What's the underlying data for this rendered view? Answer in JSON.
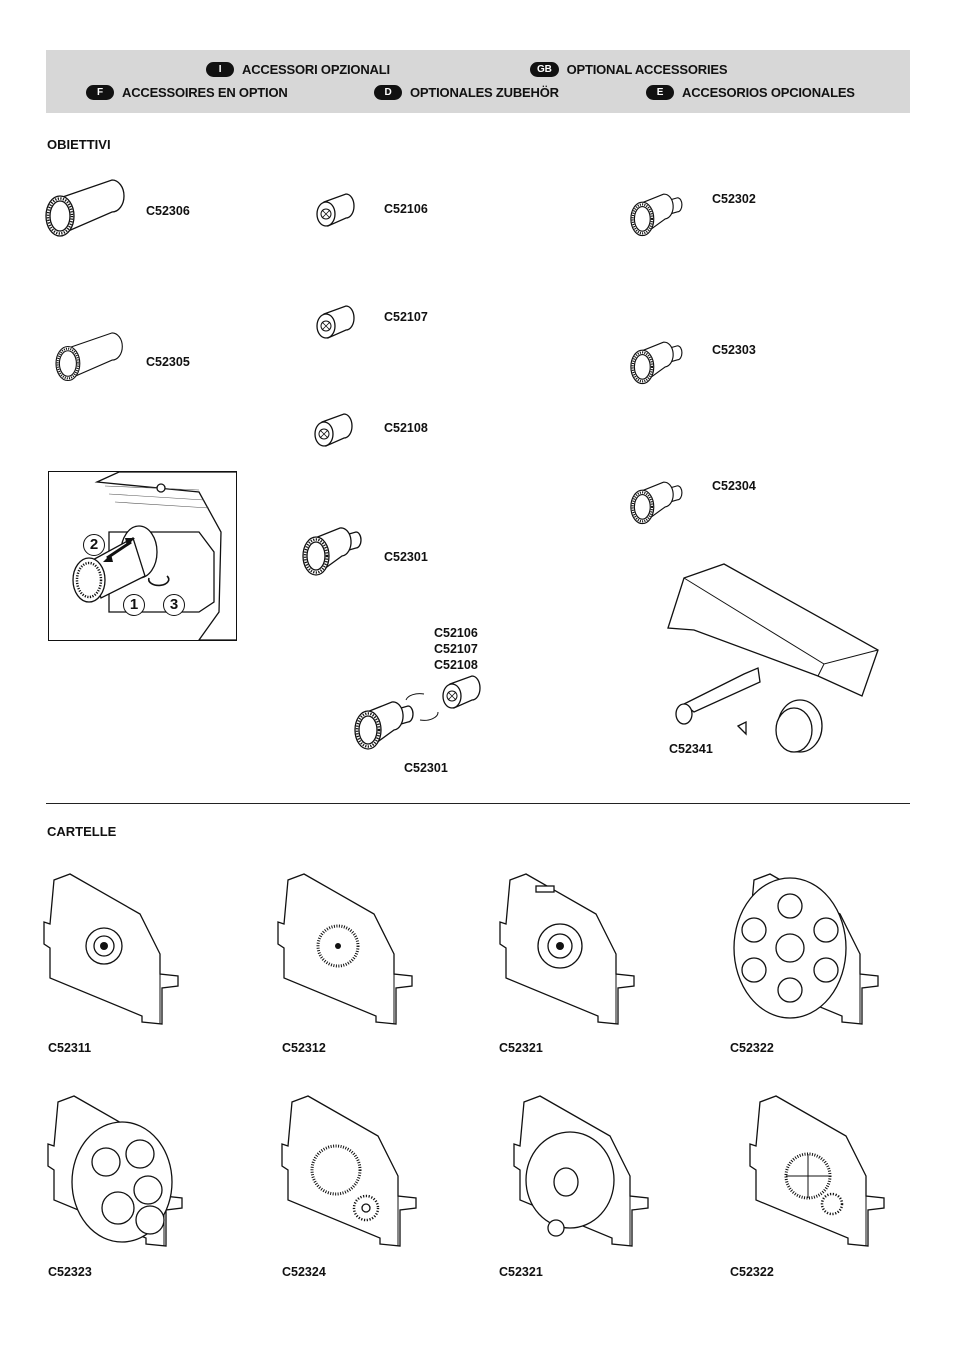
{
  "header": {
    "languages": [
      {
        "badge": "I",
        "label": "ACCESSORI OPZIONALI"
      },
      {
        "badge": "GB",
        "label": "OPTIONAL ACCESSORIES"
      },
      {
        "badge": "F",
        "label": "ACCESSOIRES EN OPTION"
      },
      {
        "badge": "D",
        "label": "OPTIONALES ZUBEHÖR"
      },
      {
        "badge": "E",
        "label": "ACCESORIOS OPCIONALES"
      }
    ]
  },
  "sections": {
    "lenses_title": "OBIETTIVI",
    "gobos_title": "CARTELLE"
  },
  "lenses": {
    "c1": [
      "C52306",
      "C52305"
    ],
    "c2": [
      "C52106",
      "C52107",
      "C52108",
      "C52301"
    ],
    "c3": [
      "C52302",
      "C52303",
      "C52304"
    ]
  },
  "install_steps": [
    "2",
    "1",
    "3"
  ],
  "adapter": {
    "codes": [
      "C52106",
      "C52107",
      "C52108"
    ],
    "lens": "C52301"
  },
  "hood": {
    "code": "C52341"
  },
  "gobos": [
    "C52311",
    "C52312",
    "C52321",
    "C52322",
    "C52323",
    "C52324",
    "C52321",
    "C52322"
  ]
}
